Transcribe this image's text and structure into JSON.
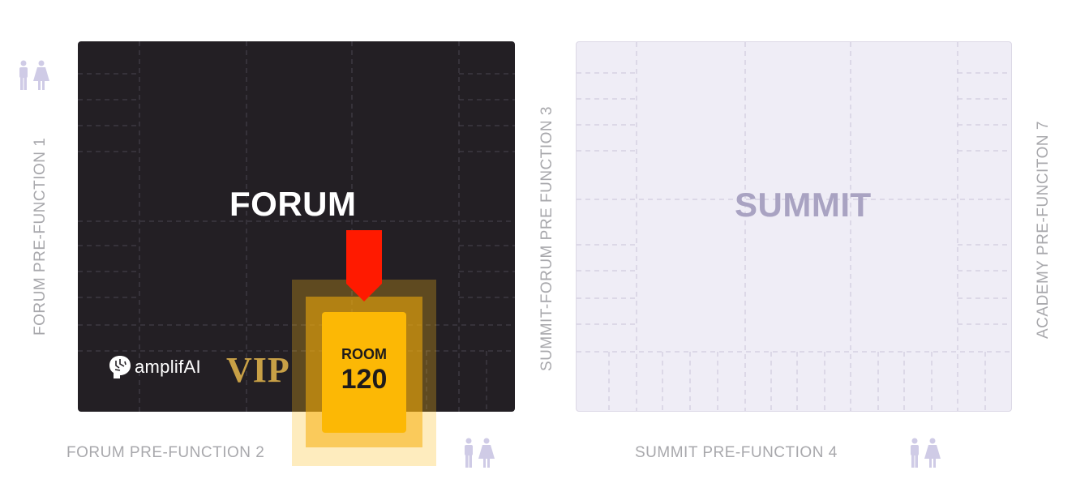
{
  "halls": {
    "forum": {
      "name": "FORUM"
    },
    "summit": {
      "name": "SUMMIT"
    }
  },
  "room": {
    "label": "ROOM",
    "number": "120"
  },
  "labels": {
    "forum_pre_1": "FORUM PRE-FUNCTION 1",
    "forum_pre_2": "FORUM PRE-FUNCTION 2",
    "summit_forum_pre_3": "SUMMIT-FORUM PRE FUNCTION 3",
    "summit_pre_4": "SUMMIT PRE-FUNCTION 4",
    "academy_pre_7": "ACADEMY PRE-FUNCITON 7"
  },
  "branding": {
    "logo_text": "amplifAI",
    "vip_text": "VIP"
  },
  "icons": [
    "restroom-icon",
    "location-arrow-icon",
    "brain-logo-icon"
  ],
  "colors": {
    "forum_bg": "#231f24",
    "summit_bg": "#efedf6",
    "room_highlight": "#fcb805",
    "arrow": "#ff1a00",
    "restroom_icon": "#cfcbe6"
  }
}
